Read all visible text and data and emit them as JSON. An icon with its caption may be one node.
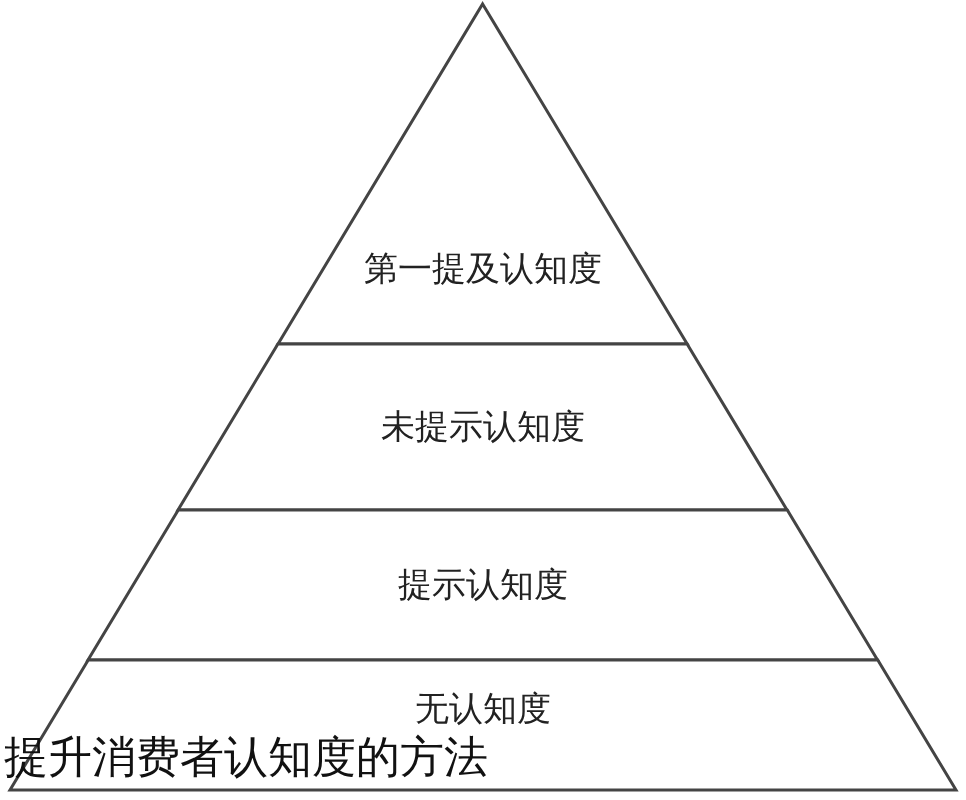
{
  "diagram": {
    "caption": "提升消费者认知度的方法",
    "nodes": [
      {
        "text": [
          "第一提及认知度"
        ]
      },
      {
        "text": [
          "未提示认知度"
        ]
      },
      {
        "text": [
          "提示认知度"
        ]
      },
      {
        "text": [
          "无认知度"
        ]
      }
    ]
  }
}
